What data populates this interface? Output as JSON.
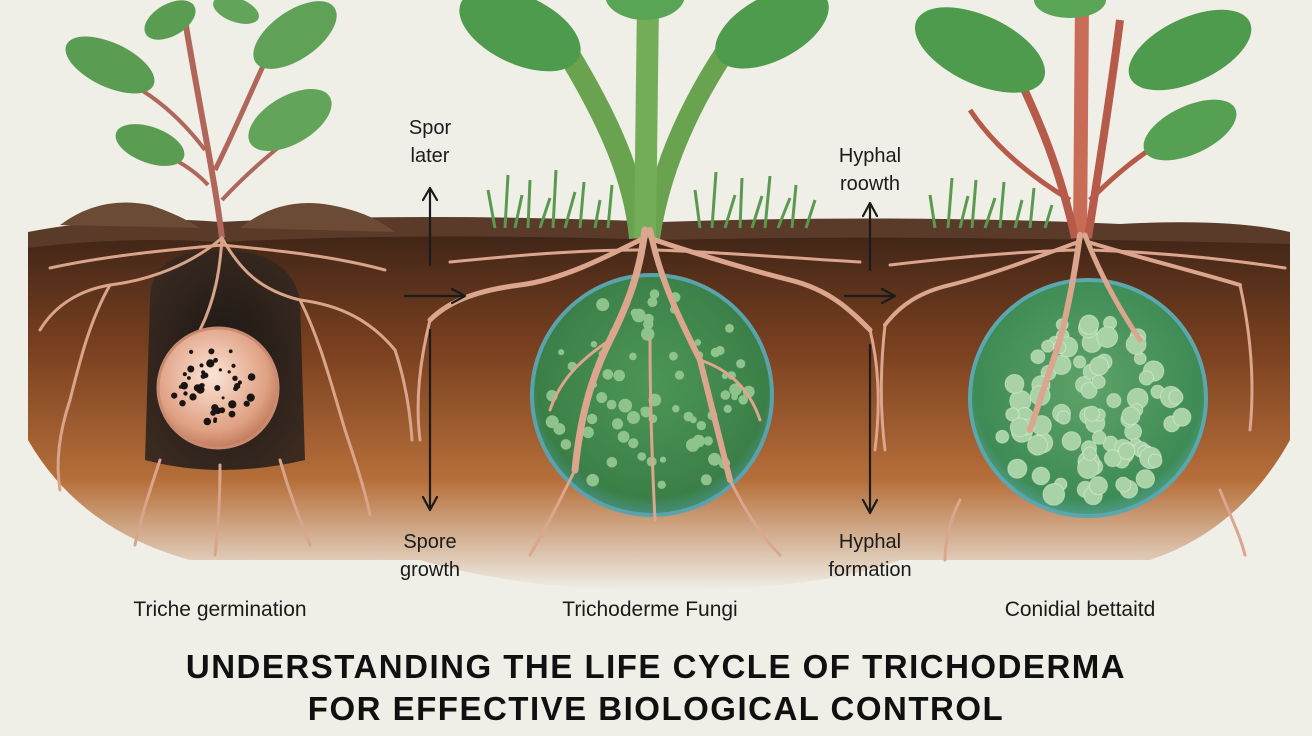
{
  "diagram": {
    "stages": [
      {
        "label": "Triche germination"
      },
      {
        "label": "Trichoderme Fungi"
      },
      {
        "label": "Conidial bettaitd"
      }
    ],
    "arrow_labels": {
      "left_top": [
        "Spor",
        "later"
      ],
      "left_bottom": [
        "Spore",
        "growth"
      ],
      "right_top": [
        "Hyphal",
        "roowth"
      ],
      "right_bottom": [
        "Hyphal",
        "formation"
      ]
    },
    "title": [
      "UNDERSTANDING THE LIFE CYCLE OF  TRICHODERMA",
      "FOR EFFECTIVE BIOLOGICAL CONTROL"
    ],
    "colors": {
      "background": "#efeee7",
      "soil": "#8a4b22",
      "root": "#d9a48a",
      "leaf": "#4f9b4e",
      "stem_red": "#b65a49",
      "fungal_sphere": "#3f8a4e",
      "spore_seed": "#e3ab8e",
      "text": "#1b1b1b"
    }
  }
}
